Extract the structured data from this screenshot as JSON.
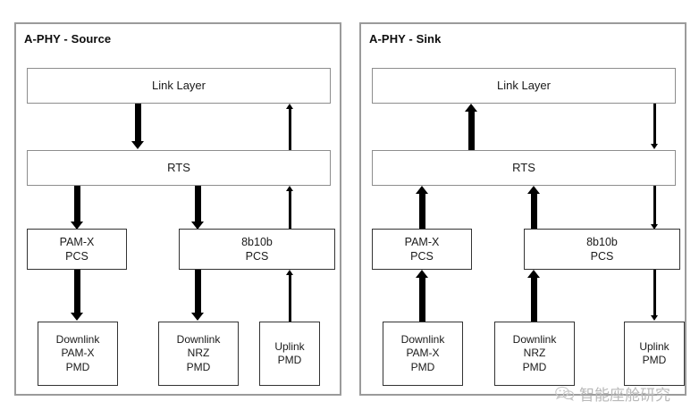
{
  "diagram": {
    "title_source": "A-PHY - Source",
    "title_sink": "A-PHY - Sink",
    "colors": {
      "panel_border": "#9b9b9b",
      "box_border": "#8d8d8d",
      "arrow": "#000000",
      "text": "#1a1a1a",
      "watermark": "#b9b9b9"
    },
    "nodes": {
      "link_layer": "Link Layer",
      "rts": "RTS",
      "pamx_pcs_l1": "PAM-X",
      "pamx_pcs_l2": "PCS",
      "b8b10b_pcs_l1": "8b10b",
      "b8b10b_pcs_l2": "PCS",
      "downlink_pamx_pmd_l1": "Downlink",
      "downlink_pamx_pmd_l2": "PAM-X",
      "downlink_pamx_pmd_l3": "PMD",
      "downlink_nrz_pmd_l1": "Downlink",
      "downlink_nrz_pmd_l2": "NRZ",
      "downlink_nrz_pmd_l3": "PMD",
      "uplink_pmd_l1": "Uplink",
      "uplink_pmd_l2": "PMD"
    }
  },
  "watermark": {
    "text": "智能座舱研究",
    "logo": "wechat-icon"
  }
}
